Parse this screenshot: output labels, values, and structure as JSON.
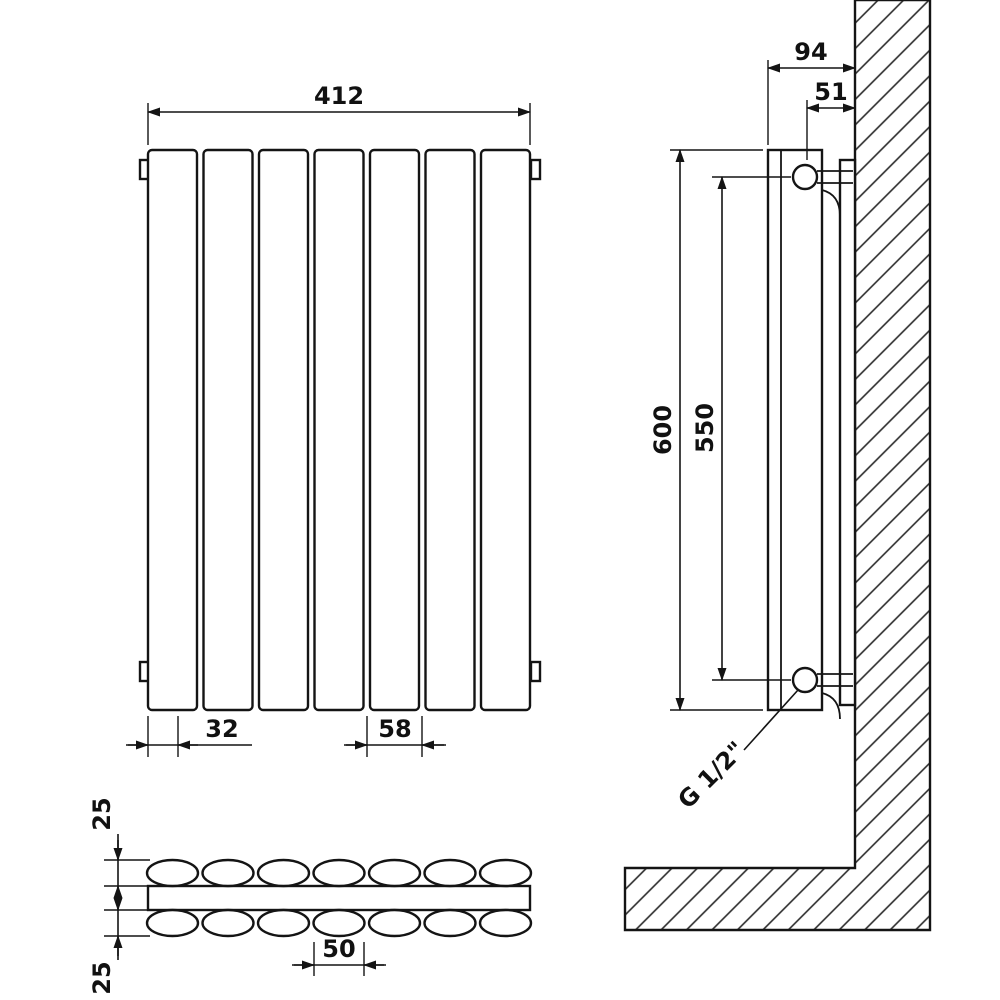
{
  "front_view": {
    "overall_width": "412",
    "edge_offset": "32",
    "panel_pitch": "58"
  },
  "side_view": {
    "wall_depth": "94",
    "pipe_centre_from_wall": "51",
    "overall_height": "600",
    "pipe_centres_vertical": "550",
    "pipe_connection": "G 1/2\""
  },
  "section_view": {
    "column_depth_front": "25",
    "column_depth_rear": "25",
    "column_width": "50"
  },
  "colors": {
    "line": "#141414",
    "background": "#ffffff"
  }
}
